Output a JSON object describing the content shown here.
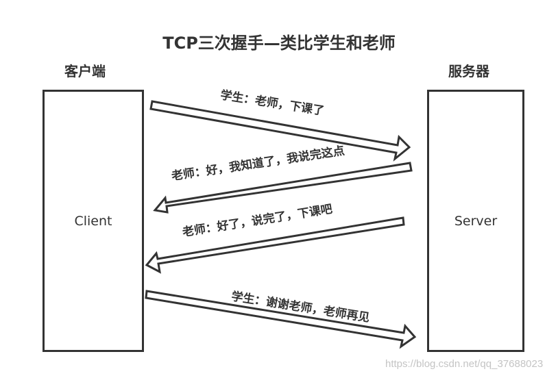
{
  "title": "TCP三次握手—类比学生和老师",
  "client": {
    "heading": "客户端",
    "label": "Client"
  },
  "server": {
    "heading": "服务器",
    "label": "Server"
  },
  "messages": [
    {
      "text": "学生：老师，下课了",
      "direction": "client-to-server"
    },
    {
      "text": "老师：好，我知道了，我说完这点",
      "direction": "server-to-client"
    },
    {
      "text": "老师：好了，说完了，下课吧",
      "direction": "server-to-client"
    },
    {
      "text": "学生：谢谢老师，老师再见",
      "direction": "client-to-server"
    }
  ],
  "watermark": "https://blog.csdn.net/qq_37688023",
  "colors": {
    "stroke": "#333333",
    "fill": "#ffffff",
    "text": "#333333",
    "watermark": "#c4c4c4"
  }
}
